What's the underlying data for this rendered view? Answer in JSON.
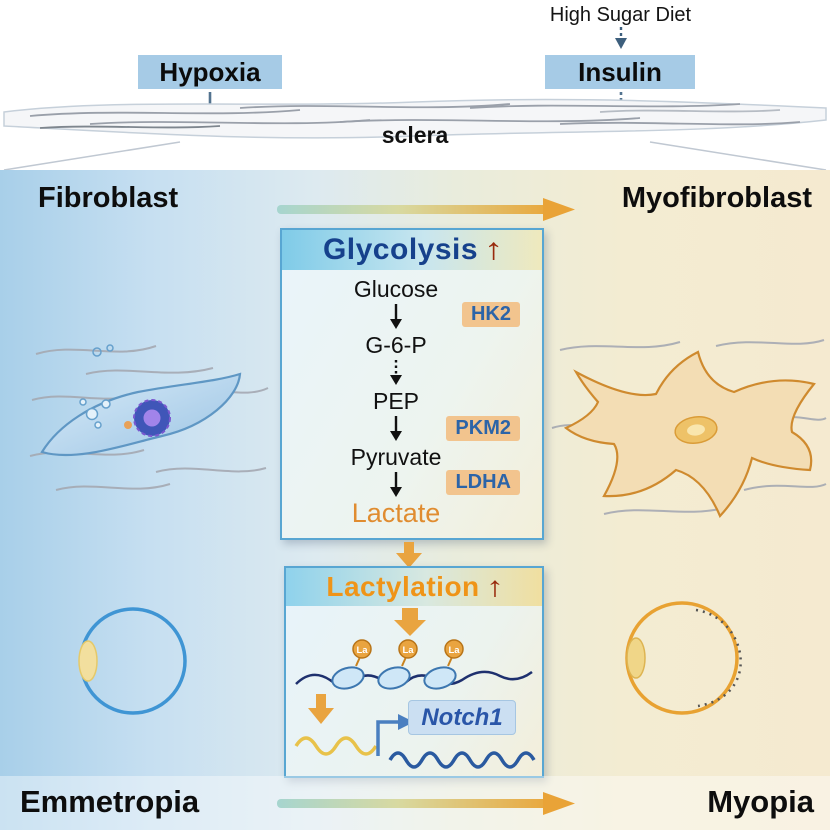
{
  "top": {
    "high_sugar_diet": "High Sugar Diet",
    "hypoxia": "Hypoxia",
    "insulin": "Insulin",
    "sclera": "sclera"
  },
  "main": {
    "fibroblast": "Fibroblast",
    "myofibroblast": "Myofibroblast",
    "emmetropia": "Emmetropia",
    "myopia": "Myopia"
  },
  "glycolysis": {
    "title": "Glycolysis",
    "up_arrow": "↑",
    "metabolites": [
      "Glucose",
      "G-6-P",
      "PEP",
      "Pyruvate",
      "Lactate"
    ],
    "enzymes": [
      "HK2",
      "PKM2",
      "LDHA"
    ]
  },
  "lactylation": {
    "title": "Lactylation",
    "up_arrow": "↑",
    "la_badge": "La",
    "gene": "Notch1"
  },
  "colors": {
    "label_blue": "#a6cbe6",
    "accent_orange": "#e9a440",
    "deep_red": "#992a0c",
    "navy_title": "#16418c",
    "enzyme_bg": "#f2c48e",
    "enzyme_text": "#2c64a8",
    "lactate_orange": "#e08c30",
    "notch_blue": "#2a56a8",
    "fibroblast_blue": "#5f97c4",
    "myofibroblast_orange": "#cf8a2e"
  }
}
